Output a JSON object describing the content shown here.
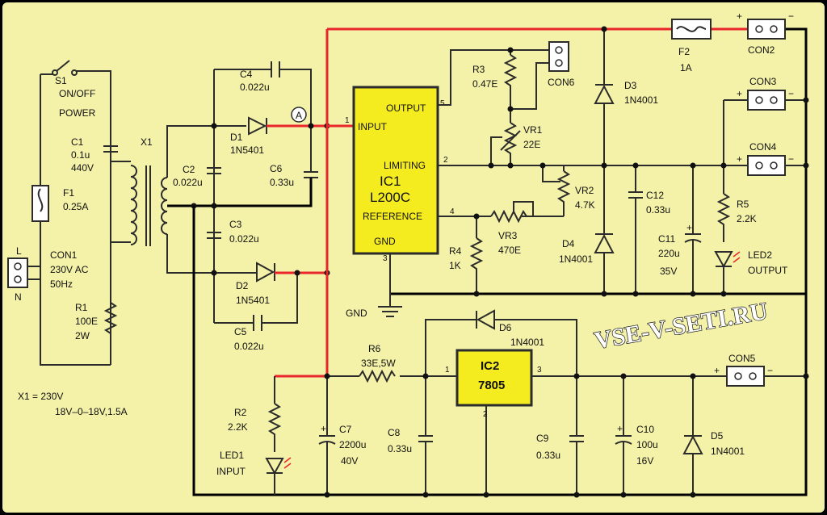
{
  "title": "",
  "watermark": "VSE-V-SETI.RU",
  "components": {
    "S1": [
      "S1",
      "ON/OFF",
      "POWER"
    ],
    "C1": [
      "C1",
      "0.1u",
      "440V"
    ],
    "X1": "X1",
    "F1": [
      "F1",
      "0.25A"
    ],
    "CON1": [
      "CON1",
      "230V AC",
      "50Hz"
    ],
    "L": "L",
    "N": "N",
    "R1": [
      "R1",
      "100E",
      "2W"
    ],
    "note": [
      "X1 = 230V",
      "18V–0–18V,1.5A"
    ],
    "C4": [
      "C4",
      "0.022u"
    ],
    "D1": [
      "D1",
      "1N5401"
    ],
    "A": "A",
    "C2": [
      "C2",
      "0.022u"
    ],
    "C6": [
      "C6",
      "0.33u"
    ],
    "C3": [
      "C3",
      "0.022u"
    ],
    "D2": [
      "D2",
      "1N5401"
    ],
    "C5": [
      "C5",
      "0.022u"
    ],
    "IC1": {
      "name": "IC1",
      "part": "L200C",
      "pins": [
        "OUTPUT",
        "INPUT",
        "LIMITING",
        "REFERENCE",
        "GND"
      ],
      "pin_numbers": [
        "5",
        "1",
        "2",
        "4",
        "3"
      ]
    },
    "R3": [
      "R3",
      "0.47E"
    ],
    "CON6": "CON6",
    "VR1": [
      "VR1",
      "22E"
    ],
    "VR2": [
      "VR2",
      "4.7K"
    ],
    "VR3": [
      "VR3",
      "470E"
    ],
    "R4": [
      "R4",
      "1K"
    ],
    "GND": "GND",
    "D3": [
      "D3",
      "1N4001"
    ],
    "D4": [
      "D4",
      "1N4001"
    ],
    "C12": [
      "C12",
      "0.33u"
    ],
    "C11": [
      "C11",
      "220u",
      "35V"
    ],
    "F2": [
      "F2",
      "1A"
    ],
    "CON2": "CON2",
    "CON3": "CON3",
    "CON4": "CON4",
    "R5": [
      "R5",
      "2.2K"
    ],
    "LED2": [
      "LED2",
      "OUTPUT"
    ],
    "D6": [
      "D6",
      "1N4001"
    ],
    "R6": [
      "R6",
      "33E,5W"
    ],
    "IC2": {
      "name": "IC2",
      "part": "7805",
      "pin_numbers": [
        "1",
        "3",
        "2"
      ]
    },
    "CON5": "CON5",
    "R2": [
      "R2",
      "2.2K"
    ],
    "LED1": [
      "LED1",
      "INPUT"
    ],
    "C7": [
      "C7",
      "2200u",
      "40V"
    ],
    "C8": [
      "C8",
      "0.33u"
    ],
    "C9": [
      "C9",
      "0.33u"
    ],
    "C10": [
      "C10",
      "100u",
      "16V"
    ],
    "D5": [
      "D5",
      "1N4001"
    ],
    "polarity": {
      "plus": "+",
      "minus": "−"
    }
  },
  "colors": {
    "background": "#f4f2a8",
    "frame": "#000000",
    "wire": "#2b2b2b",
    "positive_wire": "#e8262b",
    "ic_fill": "#f5ec20"
  }
}
